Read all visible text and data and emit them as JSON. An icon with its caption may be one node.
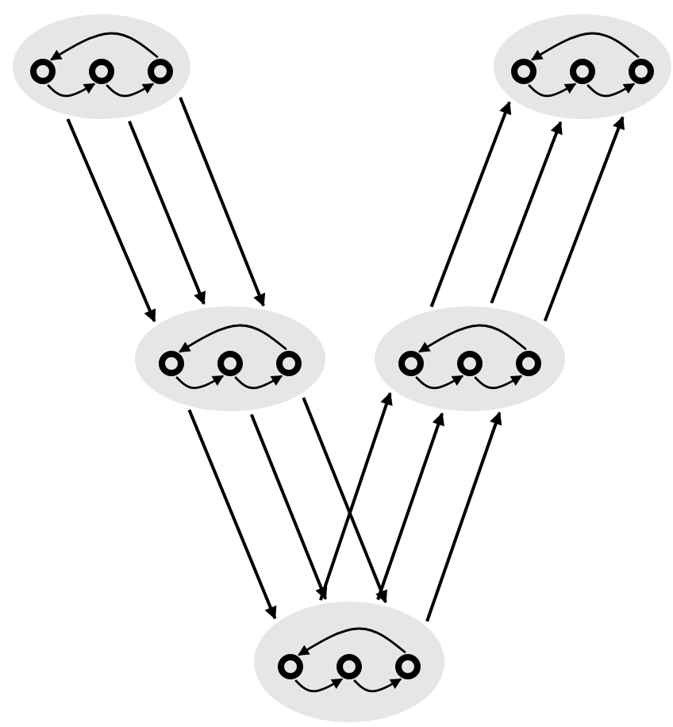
{
  "diagram": {
    "nodes": [
      {
        "text": [],
        "shape": "ellipse"
      },
      {
        "text": [],
        "shape": "circle",
        "in": 0
      },
      {
        "text": [],
        "shape": "circle",
        "in": 0
      },
      {
        "text": [],
        "shape": "circle",
        "in": 0
      },
      {
        "text": [],
        "shape": "ellipse"
      },
      {
        "text": [],
        "shape": "circle",
        "in": 4
      },
      {
        "text": [],
        "shape": "circle",
        "in": 4
      },
      {
        "text": [],
        "shape": "circle",
        "in": 4
      },
      {
        "text": [],
        "shape": "ellipse"
      },
      {
        "text": [],
        "shape": "circle",
        "in": 8
      },
      {
        "text": [],
        "shape": "circle",
        "in": 8
      },
      {
        "text": [],
        "shape": "circle",
        "in": 8
      },
      {
        "text": [],
        "shape": "ellipse"
      },
      {
        "text": [],
        "shape": "circle",
        "in": 12
      },
      {
        "text": [],
        "shape": "circle",
        "in": 12
      },
      {
        "text": [],
        "shape": "circle",
        "in": 12
      },
      {
        "text": [],
        "shape": "ellipse"
      },
      {
        "text": [],
        "shape": "circle",
        "in": 16
      },
      {
        "text": [],
        "shape": "circle",
        "in": 16
      },
      {
        "text": [],
        "shape": "circle",
        "in": 16
      }
    ],
    "edges": [
      {
        "from": 1,
        "to": 2,
        "arrow": "to"
      },
      {
        "from": 2,
        "to": 3,
        "arrow": "to"
      },
      {
        "from": 3,
        "to": 1,
        "arrow": "to"
      },
      {
        "from": 5,
        "to": 6,
        "arrow": "to"
      },
      {
        "from": 6,
        "to": 7,
        "arrow": "to"
      },
      {
        "from": 7,
        "to": 5,
        "arrow": "to"
      },
      {
        "from": 9,
        "to": 10,
        "arrow": "to"
      },
      {
        "from": 10,
        "to": 11,
        "arrow": "to"
      },
      {
        "from": 11,
        "to": 9,
        "arrow": "to"
      },
      {
        "from": 13,
        "to": 14,
        "arrow": "to"
      },
      {
        "from": 14,
        "to": 15,
        "arrow": "to"
      },
      {
        "from": 15,
        "to": 13,
        "arrow": "to"
      },
      {
        "from": 17,
        "to": 18,
        "arrow": "to"
      },
      {
        "from": 18,
        "to": 19,
        "arrow": "to"
      },
      {
        "from": 19,
        "to": 17,
        "arrow": "to"
      },
      {
        "from": 0,
        "to": 8,
        "arrow": "to"
      },
      {
        "from": 0,
        "to": 8,
        "arrow": "to"
      },
      {
        "from": 0,
        "to": 8,
        "arrow": "to"
      },
      {
        "from": 8,
        "to": 16,
        "arrow": "to"
      },
      {
        "from": 8,
        "to": 16,
        "arrow": "to"
      },
      {
        "from": 8,
        "to": 16,
        "arrow": "to"
      },
      {
        "from": 16,
        "to": 12,
        "arrow": "to"
      },
      {
        "from": 16,
        "to": 12,
        "arrow": "to"
      },
      {
        "from": 16,
        "to": 12,
        "arrow": "to"
      },
      {
        "from": 12,
        "to": 4,
        "arrow": "to"
      },
      {
        "from": 12,
        "to": 4,
        "arrow": "to"
      },
      {
        "from": 12,
        "to": 4,
        "arrow": "to"
      }
    ]
  }
}
